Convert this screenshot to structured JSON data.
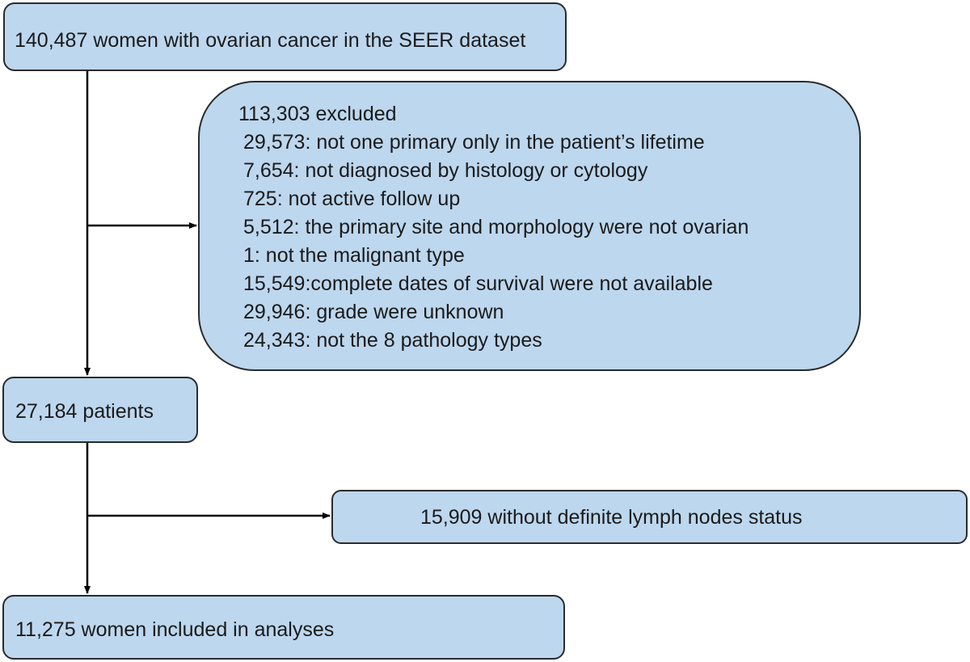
{
  "flowchart": {
    "top_box": "140,487 women with ovarian cancer in the SEER dataset",
    "excluded_box": {
      "heading": "113,303 excluded",
      "reasons": [
        "29,573: not one primary only in the patient’s lifetime",
        "7,654: not diagnosed by histology or cytology",
        "725: not active follow up",
        "5,512: the primary site and morphology were not ovarian",
        "1: not the malignant type",
        "15,549:complete dates of survival were not available",
        "29,946: grade were unknown",
        "24,343: not the 8 pathology types"
      ]
    },
    "patients_box": "27,184 patients",
    "lymph_box": "15,909 without definite lymph nodes status",
    "included_box": "11,275 women included in analyses"
  },
  "colors": {
    "box_fill": "#bdd7ee",
    "box_border": "#2b2b2b",
    "arrow": "#000000"
  }
}
